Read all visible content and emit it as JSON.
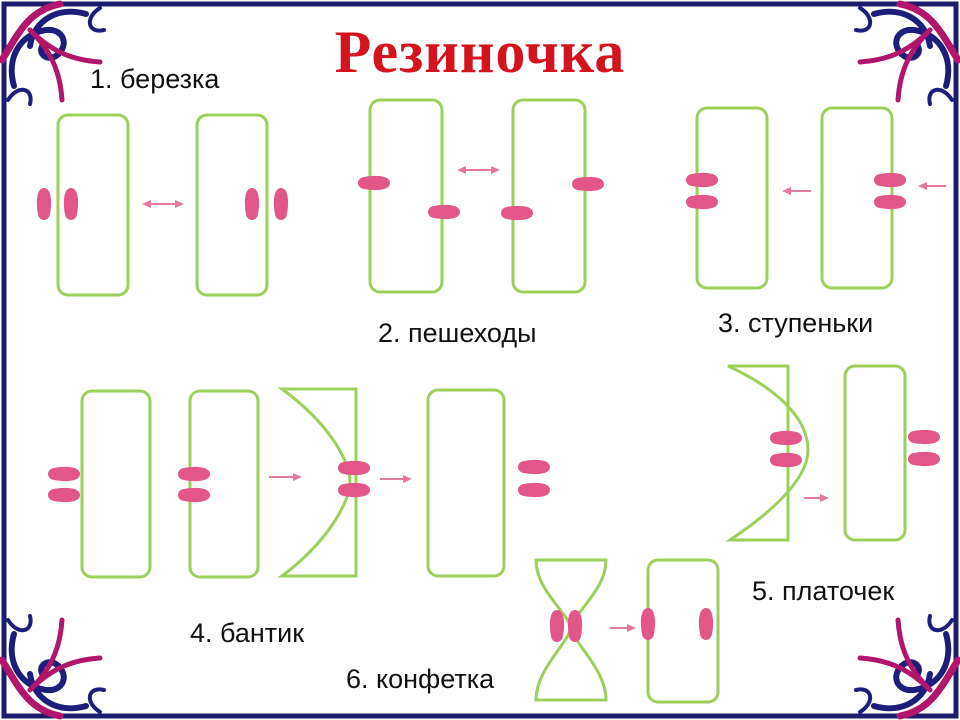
{
  "title": "Резиночка",
  "colors": {
    "border": "#1d1d6e",
    "ornament_magenta": "#b0166b",
    "ornament_navy": "#1d1d7a",
    "elastic": "#9ccf5b",
    "foot": "#e2568a",
    "arrow": "#e37a9c",
    "title": "#d3141c"
  },
  "figures": [
    {
      "id": "figure-1",
      "label": "1. березка"
    },
    {
      "id": "figure-2",
      "label": "2. пешеходы"
    },
    {
      "id": "figure-3",
      "label": "3. ступеньки"
    },
    {
      "id": "figure-4",
      "label": "4. бантик"
    },
    {
      "id": "figure-5",
      "label": "5. платочек"
    },
    {
      "id": "figure-6",
      "label": "6. конфетка"
    }
  ],
  "icons": {
    "corner": "corner-ornament-icon",
    "arrow": "arrow-icon",
    "double_arrow": "double-arrow-icon"
  }
}
